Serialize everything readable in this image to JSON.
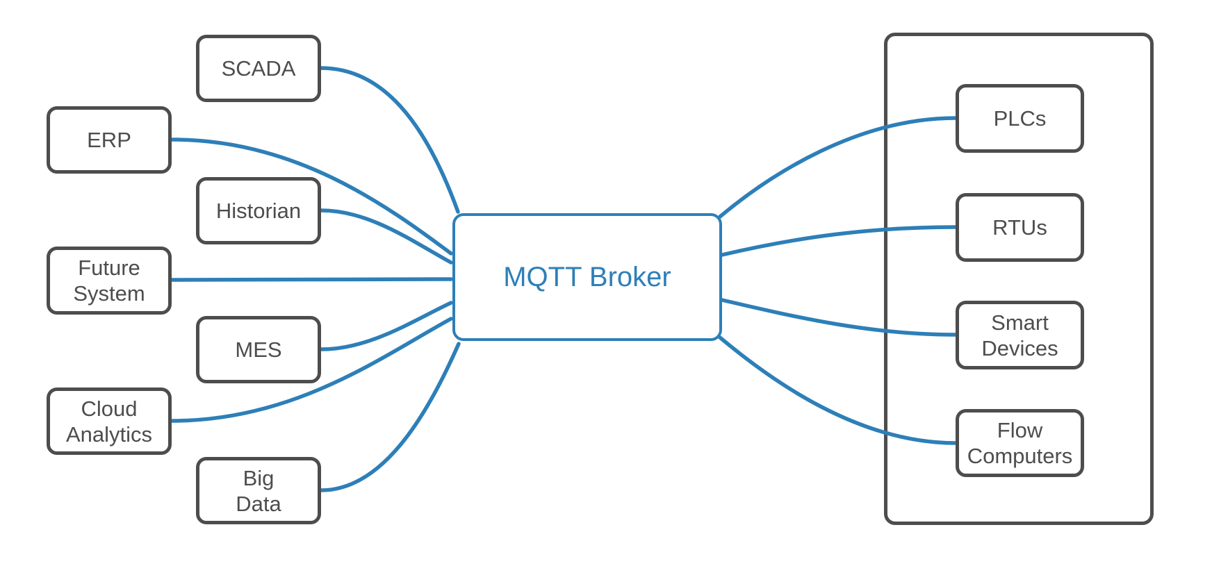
{
  "diagram": {
    "broker": {
      "label": "MQTT Broker"
    },
    "left_nodes": [
      {
        "id": "scada",
        "label": "SCADA"
      },
      {
        "id": "erp",
        "label": "ERP"
      },
      {
        "id": "historian",
        "label": "Historian"
      },
      {
        "id": "future-system",
        "label": "Future\nSystem"
      },
      {
        "id": "mes",
        "label": "MES"
      },
      {
        "id": "cloud-analytics",
        "label": "Cloud\nAnalytics"
      },
      {
        "id": "big-data",
        "label": "Big\nData"
      }
    ],
    "right_nodes": [
      {
        "id": "plcs",
        "label": "PLCs"
      },
      {
        "id": "rtus",
        "label": "RTUs"
      },
      {
        "id": "smart-devices",
        "label": "Smart\nDevices"
      },
      {
        "id": "flow-computers",
        "label": "Flow\nComputers"
      }
    ],
    "colors": {
      "connector_blue": "#2d7fb8",
      "border_gray": "#4d4d4d",
      "label_gray": "#4d4d4d",
      "canvas_white": "#ffffff"
    }
  }
}
